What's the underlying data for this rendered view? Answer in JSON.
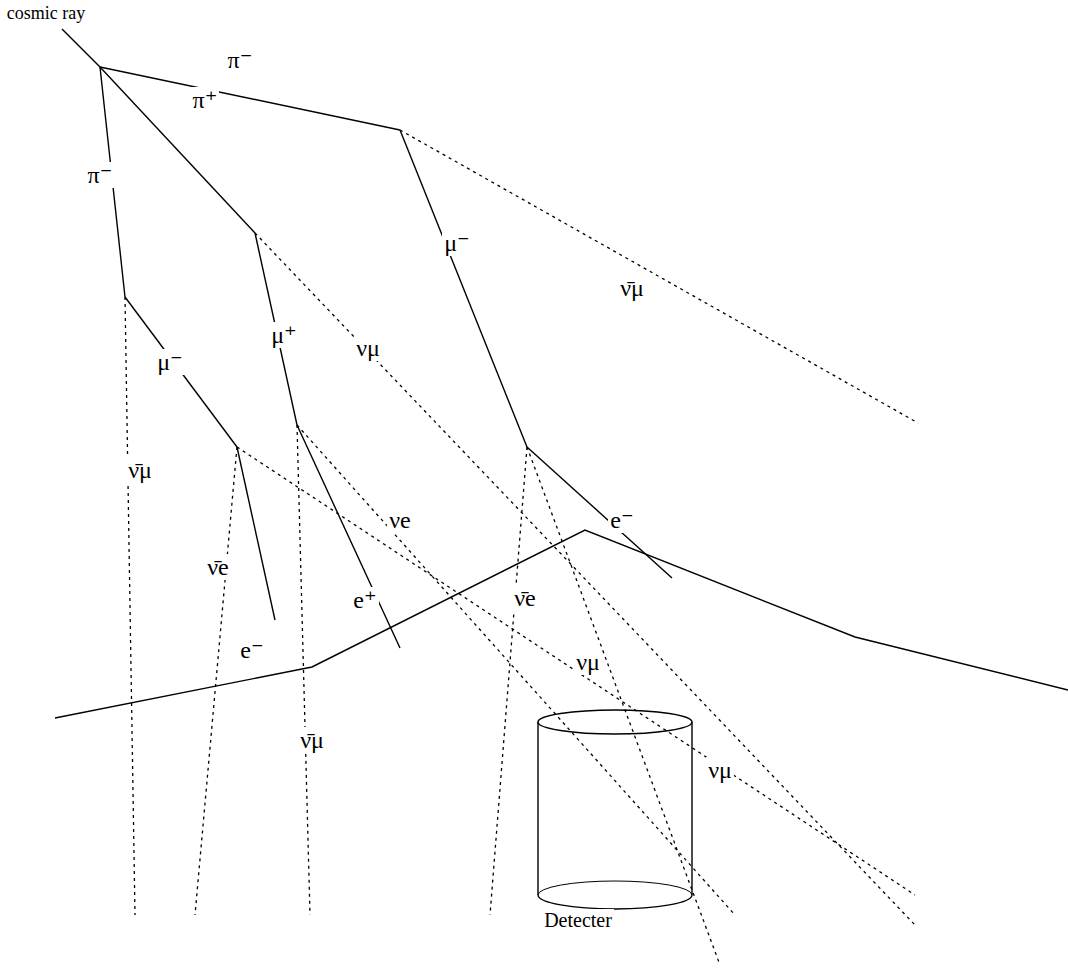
{
  "diagram": {
    "labels": [
      "cosmic ray",
      "π⁻",
      "π⁺",
      "π⁻",
      "μ⁻",
      "ν̄μ",
      "μ⁺",
      "νμ",
      "μ⁻",
      "ν̄μ",
      "νe",
      "e⁻",
      "ν̄e",
      "e⁺",
      "ν̄e",
      "e⁻",
      "νμ",
      "ν̄μ",
      "νμ",
      "Detecter"
    ]
  }
}
